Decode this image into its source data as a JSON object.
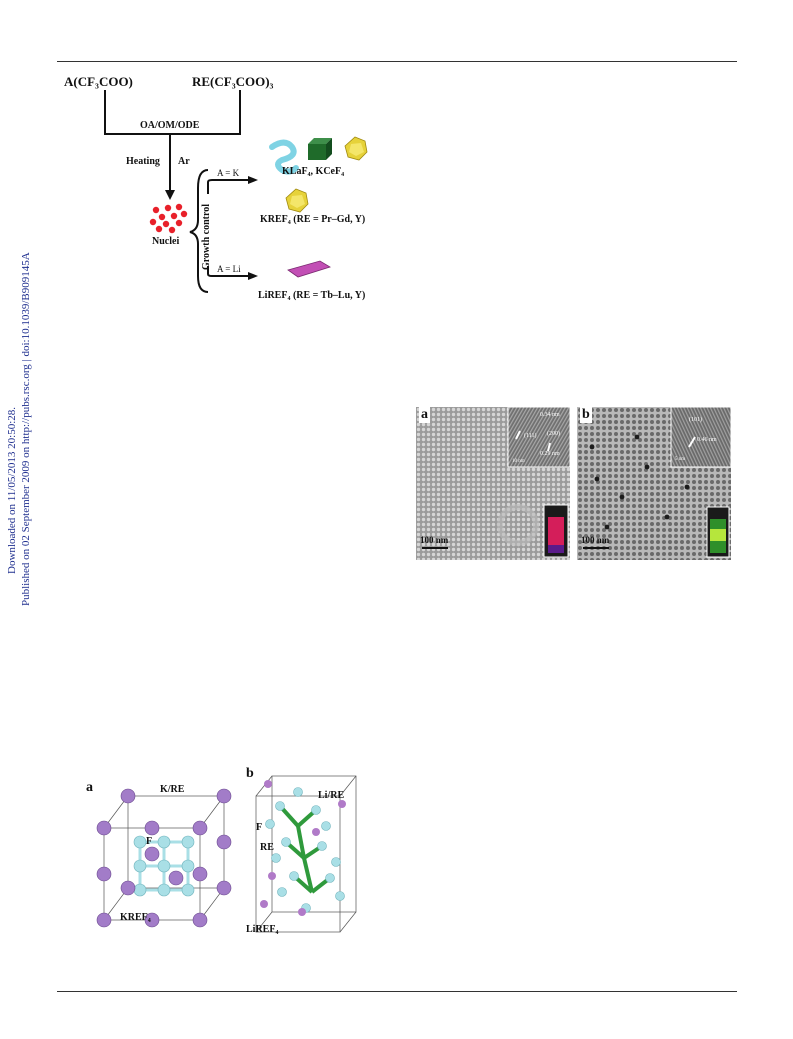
{
  "side_notes": {
    "downloaded": "Downloaded on 11/05/2013 20:50:28.",
    "published": "Published on 02 September 2009 on http://pubs.rsc.org | doi:10.1039/B909145A"
  },
  "scheme": {
    "reagent_a": "A(CF₃COO)",
    "reagent_re": "RE(CF₃COO)₃",
    "solvent": "OA/OM/ODE",
    "heating": "Heating",
    "atmosphere": "Ar",
    "nuclei": "Nuclei",
    "growth": "Growth control",
    "branch_k": "A = K",
    "branch_li": "A = Li",
    "product_k1": "KLaF₄, KCeF₄",
    "product_k2": "KREF₄ (RE = Pr–Gd, Y)",
    "product_li": "LiREF₄ (RE = Tb–Lu, Y)"
  },
  "tem": {
    "a": {
      "label": "a",
      "scale": "100 nm",
      "inset_scale": "10 nm",
      "d1": "0.34 nm",
      "d2": "0.29 nm",
      "plane1": "(111)",
      "plane2": "(200)"
    },
    "b": {
      "label": "b",
      "scale": "100 nm",
      "inset_scale": "5 nm",
      "d1": "0.46 nm",
      "plane1": "(101)"
    }
  },
  "crystal": {
    "a": {
      "label": "a",
      "site": "K/RE",
      "anion": "F",
      "formula": "KREF₄"
    },
    "b": {
      "label": "b",
      "site": "Li/RE",
      "anion": "F",
      "cation": "RE",
      "formula": "LiREF₄"
    }
  },
  "colors": {
    "nuclei": "#e8202a",
    "k_site": "#a27cc8",
    "f_atom": "#a9dfe6",
    "re_green": "#2f9a3c",
    "plate": "#c24fb5",
    "cube": "#1f6b2a",
    "rod": "#7fd3e4",
    "poly": "#e6d23a"
  }
}
